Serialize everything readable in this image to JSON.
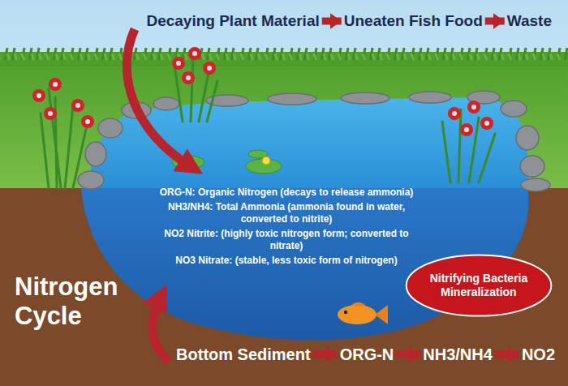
{
  "diagram": {
    "title": "Nitrogen Cycle",
    "nodes": [
      {
        "text": [
          "Waste"
        ]
      },
      {
        "text": [
          "Uneaten Fish Food"
        ]
      },
      {
        "text": [
          "Decaying Plant Material"
        ]
      },
      {
        "text": [
          "Nitrifying Bacteria Mineralization"
        ]
      },
      {
        "text": [
          "NO2"
        ]
      },
      {
        "text": [
          "NH3/NH4"
        ]
      },
      {
        "text": [
          "ORG-N"
        ]
      },
      {
        "text": [
          "Bottom Sediment"
        ]
      }
    ],
    "edges": [
      {
        "from": 2,
        "to": 1,
        "arrow": "to"
      },
      {
        "from": 1,
        "to": 0,
        "arrow": "to"
      },
      {
        "from": 7,
        "to": 6,
        "arrow": "to"
      },
      {
        "from": 6,
        "to": 5,
        "arrow": "to"
      },
      {
        "from": 5,
        "to": 4,
        "arrow": "to"
      }
    ],
    "labels": [
      "ORG-N: Organic Nitrogen (decays to release ammonia)",
      "NH3/NH4: Total Ammonia (ammonia found in water, converted to nitrite)",
      "NO2 Nitrite: (highly toxic nitrogen form; converted to nitrate)",
      "NO3 Nitrate: (stable, less toxic form of nitrogen)"
    ]
  }
}
